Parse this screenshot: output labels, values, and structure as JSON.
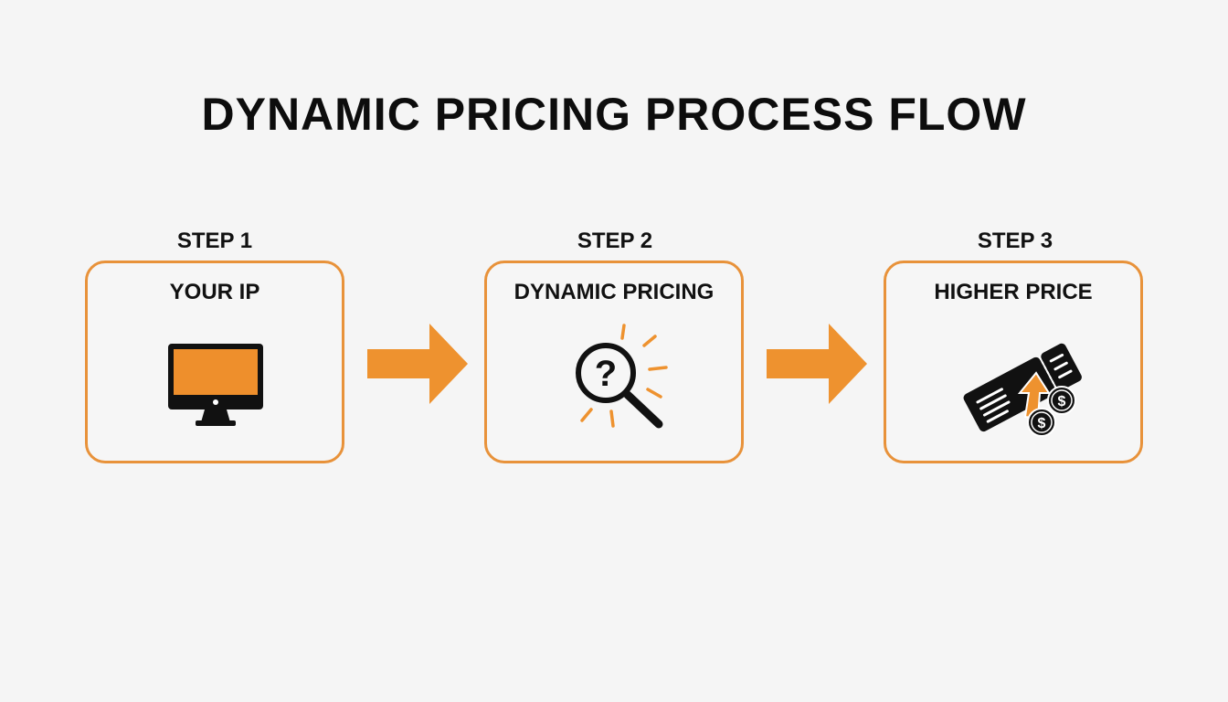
{
  "title": "DYNAMIC PRICING PROCESS FLOW",
  "colors": {
    "accent": "#e8923a",
    "text": "#111111",
    "background": "#f5f5f5"
  },
  "steps": [
    {
      "label": "STEP 1",
      "title": "YOUR IP",
      "icon": "computer-monitor-icon"
    },
    {
      "label": "STEP 2",
      "title": "DYNAMIC PRICING",
      "icon": "magnifier-question-icon"
    },
    {
      "label": "STEP 3",
      "title": "HIGHER PRICE",
      "icon": "ticket-price-up-icon"
    }
  ],
  "connectors": [
    "arrow-right-icon",
    "arrow-right-icon"
  ]
}
